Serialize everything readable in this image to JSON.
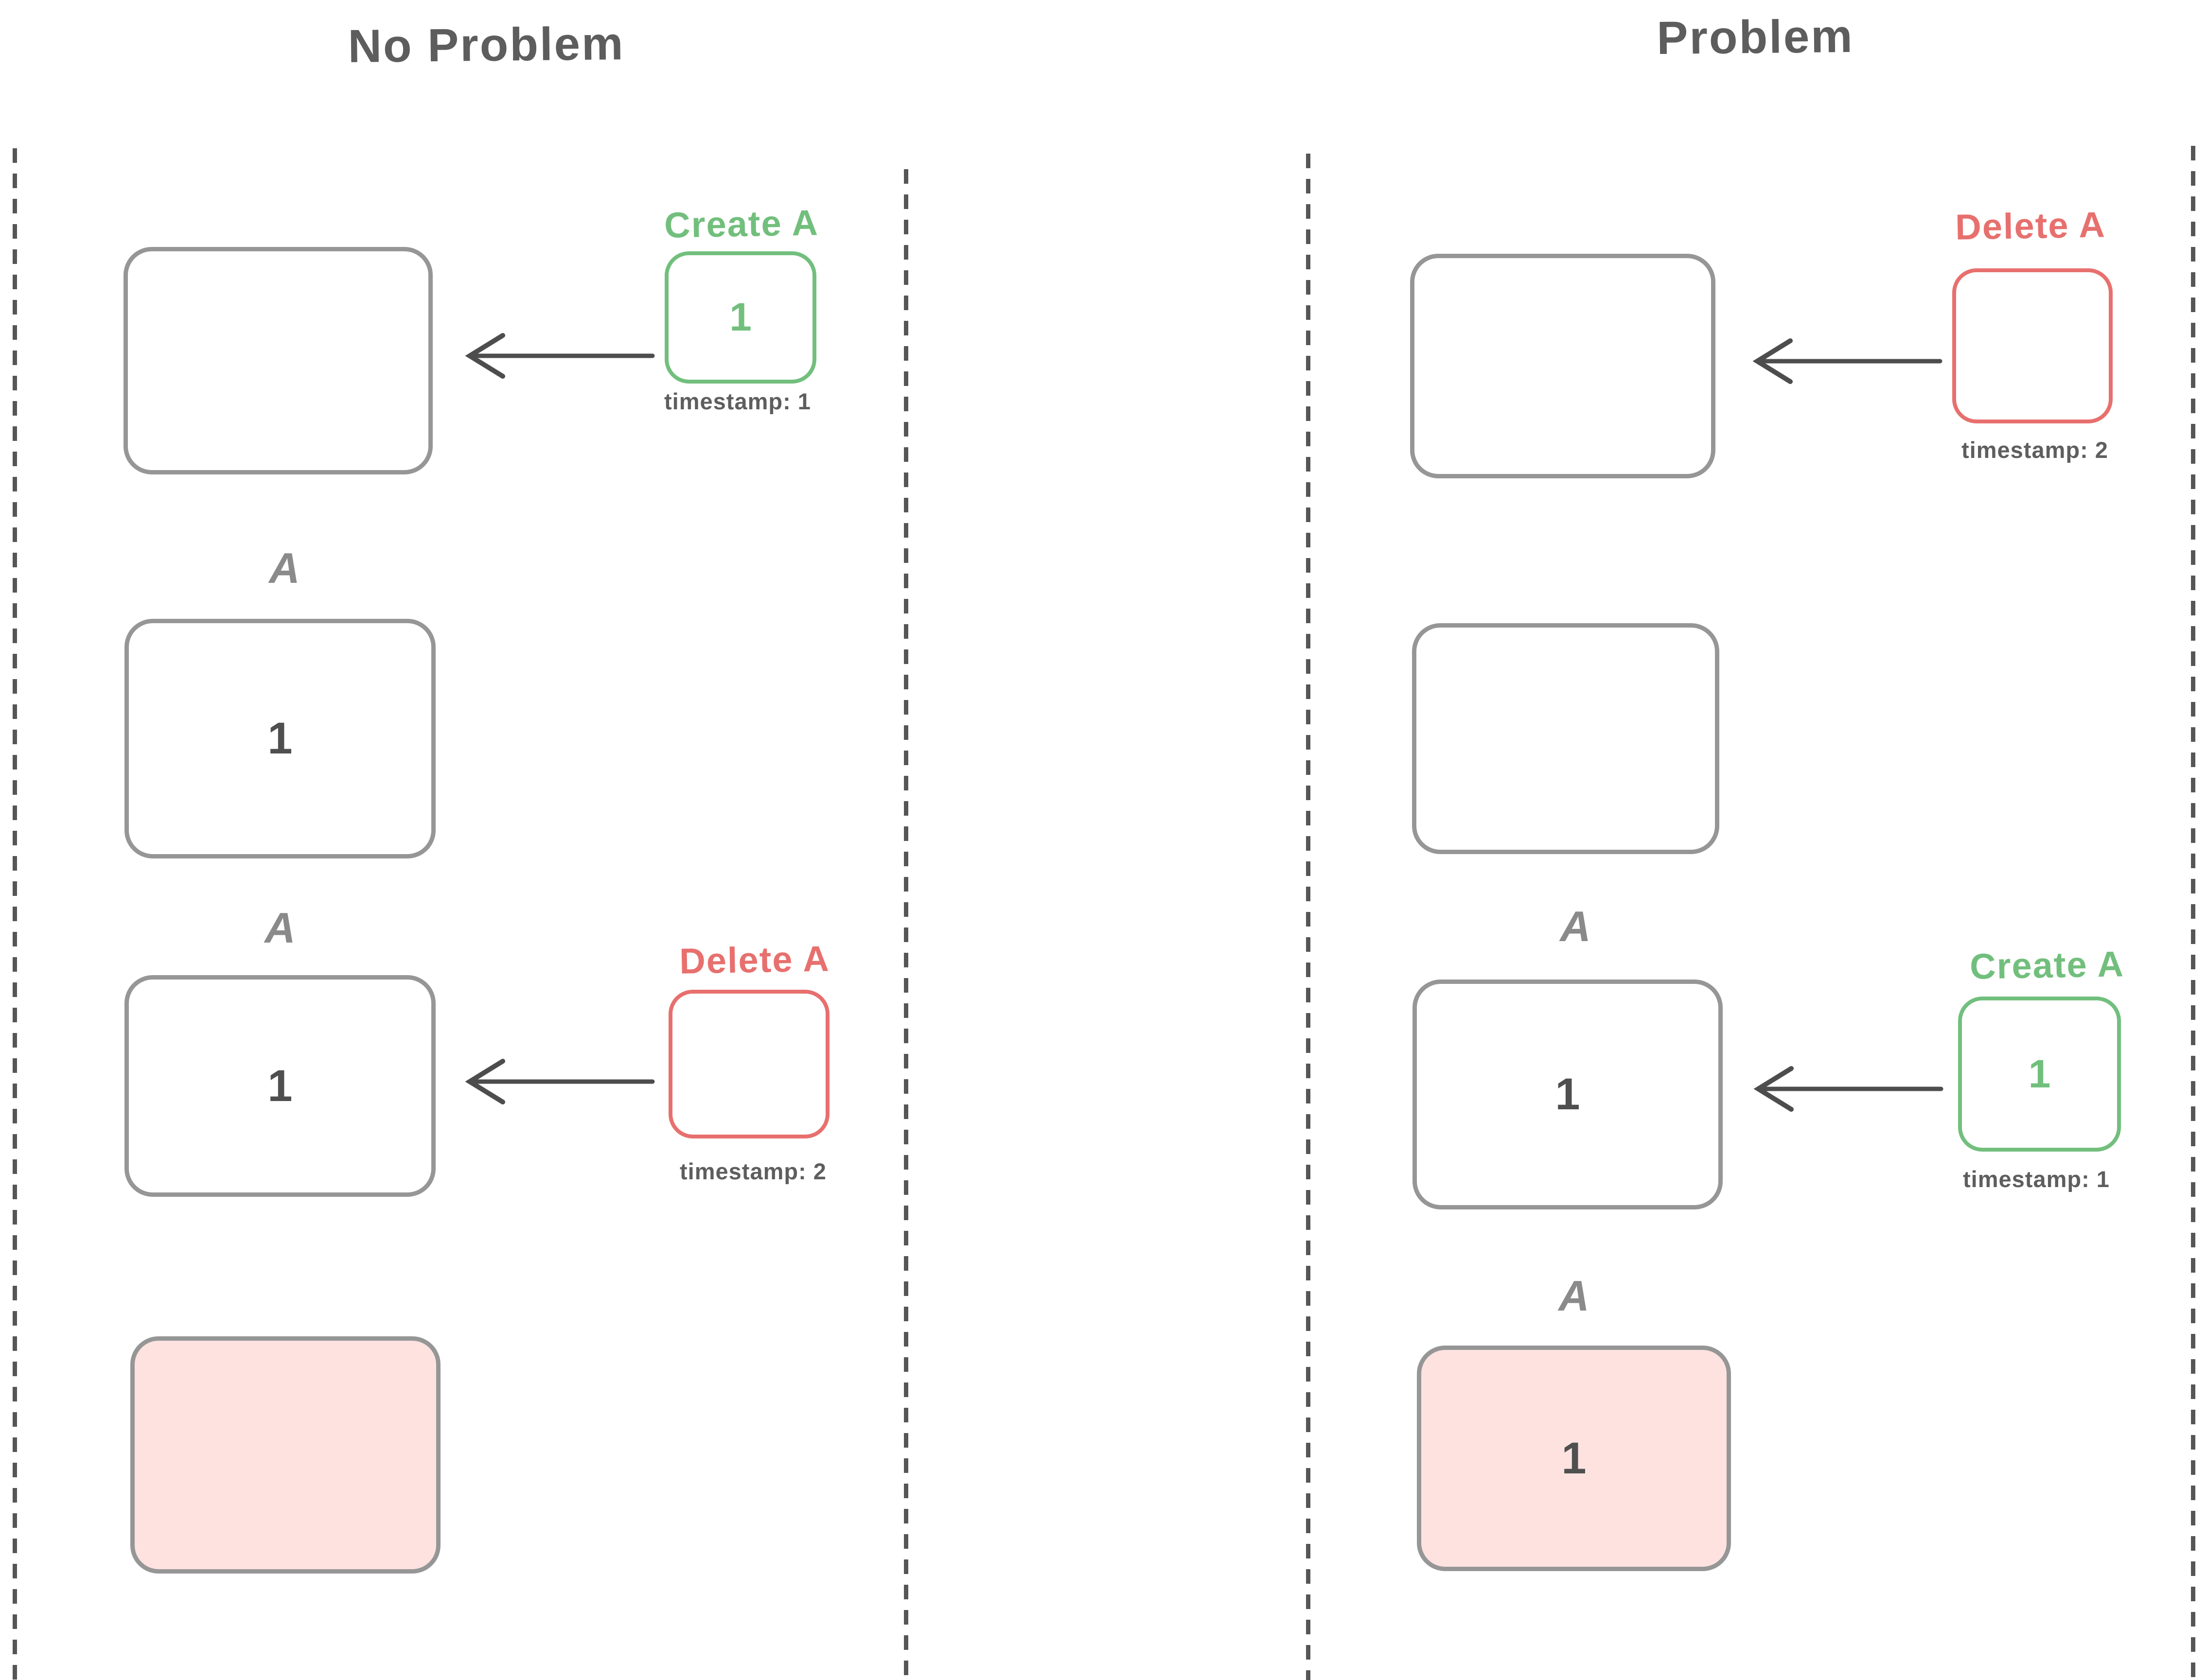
{
  "colors": {
    "green": "#72bf7d",
    "red": "#e7706e",
    "pink_fill": "#fde2e0",
    "box_stroke": "#969696",
    "dark_stroke": "#4d4d4d",
    "label_gray": "#8a8a8a",
    "text_dark": "#4f4f4f",
    "timestamp_gray": "#5e5e5e",
    "title_gray": "#5d5d5d",
    "dash_gray": "#565656"
  },
  "left": {
    "title": "No Problem",
    "row1": {
      "op_label": "Create A",
      "op_value": "1",
      "timestamp": "timestamp: 1"
    },
    "row2": {
      "entity_label": "A",
      "value": "1"
    },
    "row3": {
      "entity_label": "A",
      "value": "1",
      "op_label": "Delete A",
      "timestamp": "timestamp: 2"
    }
  },
  "right": {
    "title": "Problem",
    "row1": {
      "op_label": "Delete A",
      "timestamp": "timestamp: 2"
    },
    "row3": {
      "entity_label": "A",
      "value": "1",
      "op_label": "Create A",
      "op_value": "1",
      "timestamp": "timestamp: 1"
    },
    "row4": {
      "entity_label": "A",
      "value": "1"
    }
  }
}
